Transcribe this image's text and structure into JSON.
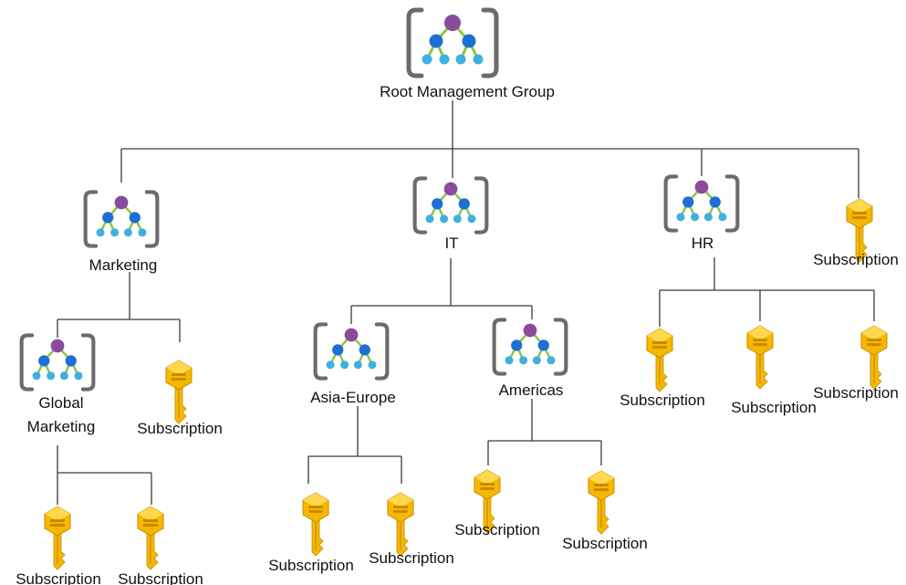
{
  "colors": {
    "connector": "#3a3a3a",
    "bracket": "#6b6b6b",
    "group_top_node": "#8b4a9c",
    "group_mid_node": "#1d6fd3",
    "group_leaf_node": "#3fb0e0",
    "group_edge": "#8cc63f",
    "key_body": "#f5b800",
    "key_light": "#ffd84d",
    "key_dark": "#c98a00"
  },
  "icons": {
    "management_group": "management-group-icon",
    "subscription": "subscription-key-icon"
  },
  "nodes": {
    "root": "Root Management Group",
    "marketing": "Marketing",
    "it": "IT",
    "hr": "HR",
    "root_subscription": "Subscription",
    "global_marketing_line1": "Global",
    "global_marketing_line2": "Marketing",
    "marketing_subscription": "Subscription",
    "asia_europe": "Asia-Europe",
    "americas": "Americas",
    "hr_subscription_1": "Subscription",
    "hr_subscription_2": "Subscription",
    "hr_subscription_3": "Subscription",
    "global_marketing_subscription_1": "Subscription",
    "global_marketing_subscription_2": "Subscription",
    "asia_europe_subscription_1": "Subscription",
    "asia_europe_subscription_2": "Subscription",
    "americas_subscription_1": "Subscription",
    "americas_subscription_2": "Subscription"
  }
}
